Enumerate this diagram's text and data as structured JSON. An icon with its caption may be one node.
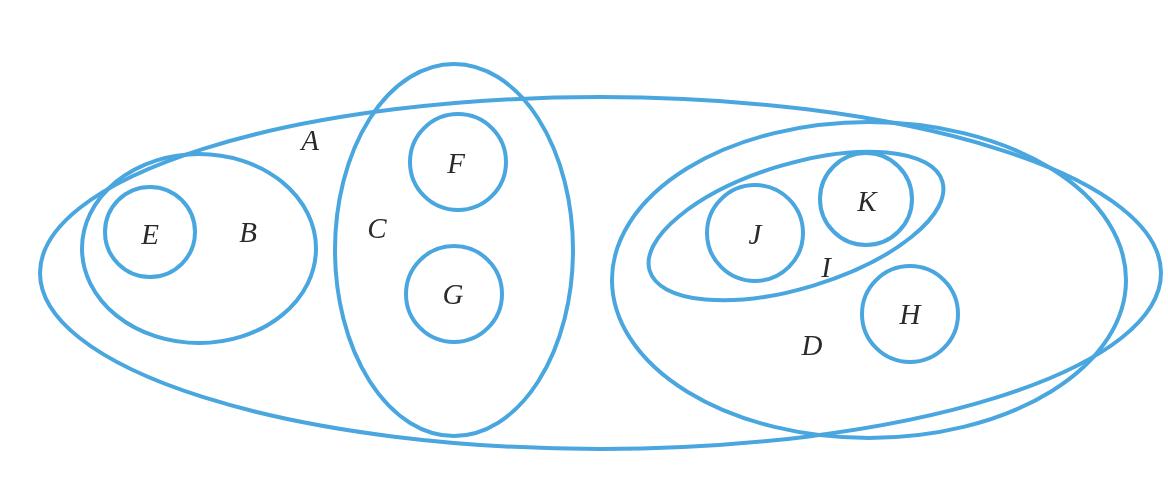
{
  "diagram": {
    "nodes": [
      {
        "text": [
          "A"
        ]
      },
      {
        "text": [
          "B"
        ],
        "in": 0
      },
      {
        "text": [
          "E"
        ],
        "in": 1
      },
      {
        "text": [
          "C"
        ],
        "in": 0
      },
      {
        "text": [
          "F"
        ],
        "in": 3
      },
      {
        "text": [
          "G"
        ],
        "in": 3
      },
      {
        "text": [
          "D"
        ],
        "in": 0
      },
      {
        "text": [
          "I"
        ],
        "in": 6
      },
      {
        "text": [
          "J"
        ],
        "in": 7
      },
      {
        "text": [
          "K"
        ],
        "in": 7
      },
      {
        "text": [
          "H"
        ],
        "in": 6
      }
    ]
  }
}
